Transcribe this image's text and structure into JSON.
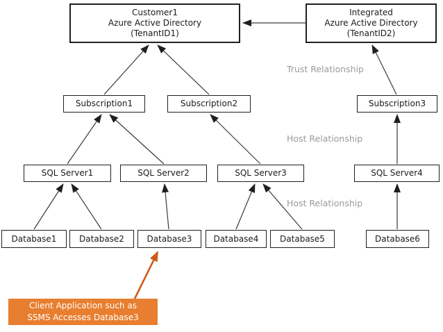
{
  "boxes": {
    "customer1_aad": {
      "line1": "Customer1",
      "line2": "Azure Active Directory",
      "line3": "(TenantID1)"
    },
    "integrated_aad": {
      "line1": "Integrated",
      "line2": "Azure Active Directory",
      "line3": "(TenantID2)"
    },
    "subscription1": {
      "label": "Subscription1"
    },
    "subscription2": {
      "label": "Subscription2"
    },
    "subscription3": {
      "label": "Subscription3"
    },
    "sql_server1": {
      "label": "SQL Server1"
    },
    "sql_server2": {
      "label": "SQL Server2"
    },
    "sql_server3": {
      "label": "SQL Server3"
    },
    "sql_server4": {
      "label": "SQL Server4"
    },
    "database1": {
      "label": "Database1"
    },
    "database2": {
      "label": "Database2"
    },
    "database3": {
      "label": "Database3"
    },
    "database4": {
      "label": "Database4"
    },
    "database5": {
      "label": "Database5"
    },
    "database6": {
      "label": "Database6"
    },
    "client_app": {
      "line1": "Client Application such as",
      "line2": "SSMS Accesses Database3"
    }
  },
  "labels": {
    "trust_relationship": "Trust Relationship",
    "host_relationship_1": "Host Relationship",
    "host_relationship_2": "Host Relationship"
  },
  "colors": {
    "box_border": "#1f1f1f",
    "arrow_black": "#333333",
    "label_gray": "#9a9a9a",
    "client_app_bg": "#e87e2f",
    "client_app_arrow": "#ce5b17",
    "client_app_text": "#ffffff"
  },
  "edges": [
    {
      "from": "Integrated Azure Active Directory (TenantID2)",
      "to": "Customer1 Azure Active Directory (TenantID1)",
      "relationship": "Trust Relationship"
    },
    {
      "from": "Subscription1",
      "to": "Customer1 Azure Active Directory (TenantID1)",
      "relationship": "Trust Relationship"
    },
    {
      "from": "Subscription2",
      "to": "Customer1 Azure Active Directory (TenantID1)",
      "relationship": "Trust Relationship"
    },
    {
      "from": "Subscription3",
      "to": "Integrated Azure Active Directory (TenantID2)",
      "relationship": "Trust Relationship"
    },
    {
      "from": "SQL Server1",
      "to": "Subscription1",
      "relationship": "Host Relationship"
    },
    {
      "from": "SQL Server2",
      "to": "Subscription1",
      "relationship": "Host Relationship"
    },
    {
      "from": "SQL Server3",
      "to": "Subscription2",
      "relationship": "Host Relationship"
    },
    {
      "from": "SQL Server4",
      "to": "Subscription3",
      "relationship": "Host Relationship"
    },
    {
      "from": "Database1",
      "to": "SQL Server1",
      "relationship": "Host Relationship"
    },
    {
      "from": "Database2",
      "to": "SQL Server1",
      "relationship": "Host Relationship"
    },
    {
      "from": "Database3",
      "to": "SQL Server2",
      "relationship": "Host Relationship"
    },
    {
      "from": "Database4",
      "to": "SQL Server3",
      "relationship": "Host Relationship"
    },
    {
      "from": "Database5",
      "to": "SQL Server3",
      "relationship": "Host Relationship"
    },
    {
      "from": "Database6",
      "to": "SQL Server4",
      "relationship": "Host Relationship"
    },
    {
      "from": "Client Application (SSMS)",
      "to": "Database3",
      "relationship": "Access"
    }
  ]
}
